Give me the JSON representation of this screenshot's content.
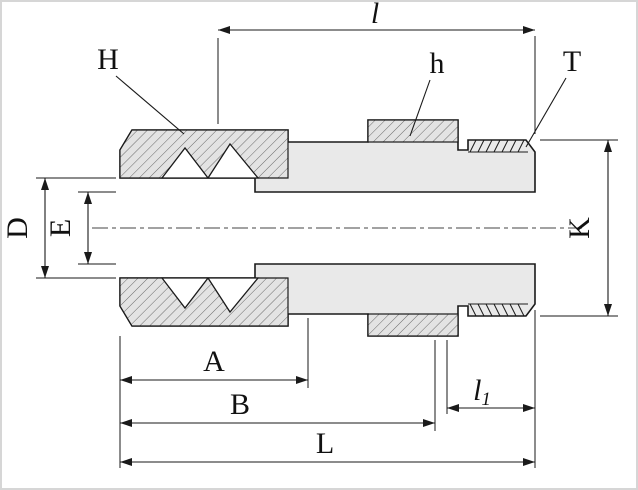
{
  "drawing": {
    "colors": {
      "line": "#1a1a1a",
      "fill": "#e9e9e9",
      "background": "#ffffff"
    },
    "dimension_labels": {
      "top_length": "l",
      "nut": "H",
      "hex": "h",
      "thread": "T",
      "tube_od": "D",
      "bore": "E",
      "height": "K",
      "length_a": "A",
      "length_b": "B",
      "overall_length": "L",
      "thread_length_base": "l",
      "thread_length_sub": "1"
    }
  }
}
